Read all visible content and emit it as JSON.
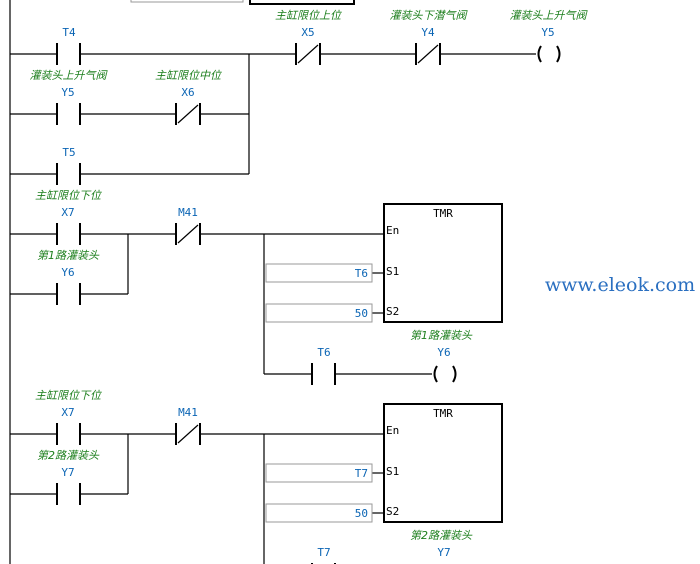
{
  "watermark": "www.eleok.com",
  "rung1": {
    "t4": {
      "addr": "T4"
    },
    "x5": {
      "addr": "X5",
      "comment": "主缸限位上位"
    },
    "y4": {
      "addr": "Y4",
      "comment": "灌装头下潜气阀"
    },
    "y5_coil": {
      "addr": "Y5",
      "comment": "灌装头上升气阀"
    },
    "y5_contact": {
      "addr": "Y5",
      "comment": "灌装头上升气阀"
    },
    "x6": {
      "addr": "X6",
      "comment": "主缸限位中位"
    },
    "t5": {
      "addr": "T5"
    }
  },
  "rung2": {
    "x7": {
      "addr": "X7",
      "comment": "主缸限位下位"
    },
    "m41": {
      "addr": "M41"
    },
    "y6": {
      "addr": "Y6",
      "comment": "第1路灌装头"
    },
    "block": {
      "title": "TMR",
      "en": "En",
      "s1": "S1",
      "s2": "S2",
      "s1_value": "T6",
      "s2_value": "50",
      "caption": "第1路灌装头"
    },
    "t6": {
      "addr": "T6"
    },
    "y6_coil": {
      "addr": "Y6"
    }
  },
  "rung3": {
    "x7": {
      "addr": "X7",
      "comment": "主缸限位下位"
    },
    "m41": {
      "addr": "M41"
    },
    "y7": {
      "addr": "Y7",
      "comment": "第2路灌装头"
    },
    "block": {
      "title": "TMR",
      "en": "En",
      "s1": "S1",
      "s2": "S2",
      "s1_value": "T7",
      "s2_value": "50",
      "caption": "第2路灌装头"
    },
    "t7": {
      "addr": "T7"
    },
    "y7_coil": {
      "addr": "Y7"
    }
  }
}
